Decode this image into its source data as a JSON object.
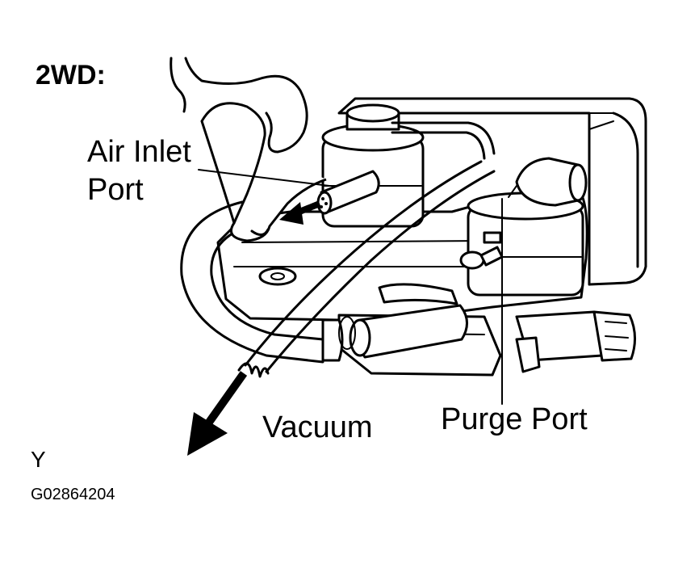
{
  "diagram": {
    "title": "2WD:",
    "labels": {
      "air_inlet_line1": "Air Inlet",
      "air_inlet_line2": "Port",
      "vacuum": "Vacuum",
      "purge_port": "Purge Port",
      "view": "Y",
      "figure_code": "G02864204"
    },
    "colors": {
      "line": "#000000",
      "background": "#ffffff"
    },
    "icons": [
      "hand-illustration",
      "vsv-assembly",
      "vacuum-arrow",
      "air-flow-arrow"
    ]
  }
}
